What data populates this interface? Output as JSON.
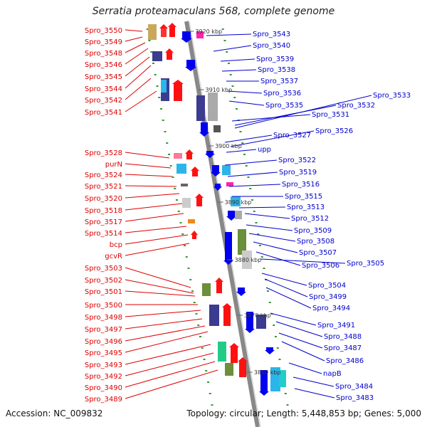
{
  "title": "Serratia proteamaculans 568, complete genome",
  "accession_label": "Accession: NC_009832",
  "summary_label": "Topology: circular; Length: 5,448,853 bp; Genes: 5,000",
  "colors": {
    "left_label": "#dd0000",
    "right_label": "#0000cc",
    "tick": "#339933",
    "axis": "#888888"
  },
  "scale_labels": [
    "3920 kbp",
    "3910 kbp",
    "3900 kbp",
    "3890 kbp",
    "3880 kbp",
    "3870 kbp",
    "3860 kbp"
  ],
  "left_genes": [
    "Spro_3550",
    "Spro_3549",
    "Spro_3548",
    "Spro_3546",
    "Spro_3545",
    "Spro_3544",
    "Spro_3542",
    "Spro_3541",
    "Spro_3528",
    "purN",
    "Spro_3524",
    "Spro_3521",
    "Spro_3520",
    "Spro_3518",
    "Spro_3517",
    "Spro_3514",
    "bcp",
    "gcvR",
    "Spro_3503",
    "Spro_3502",
    "Spro_3501",
    "Spro_3500",
    "Spro_3498",
    "Spro_3497",
    "Spro_3496",
    "Spro_3495",
    "Spro_3493",
    "Spro_3492",
    "Spro_3490",
    "Spro_3489"
  ],
  "right_genes": [
    "Spro_3543",
    "Spro_3540",
    "Spro_3539",
    "Spro_3538",
    "Spro_3537",
    "Spro_3536",
    "Spro_3535",
    "Spro_3533",
    "Spro_3532",
    "Spro_3531",
    "Spro_3527",
    "Spro_3526",
    "upp",
    "Spro_3522",
    "Spro_3519",
    "Spro_3516",
    "Spro_3515",
    "Spro_3513",
    "Spro_3512",
    "Spro_3509",
    "Spro_3508",
    "Spro_3507",
    "Spro_3506",
    "Spro_3505",
    "Spro_3504",
    "Spro_3499",
    "Spro_3494",
    "Spro_3491",
    "Spro_3488",
    "Spro_3487",
    "Spro_3486",
    "napB",
    "Spro_3484",
    "Spro_3483"
  ]
}
